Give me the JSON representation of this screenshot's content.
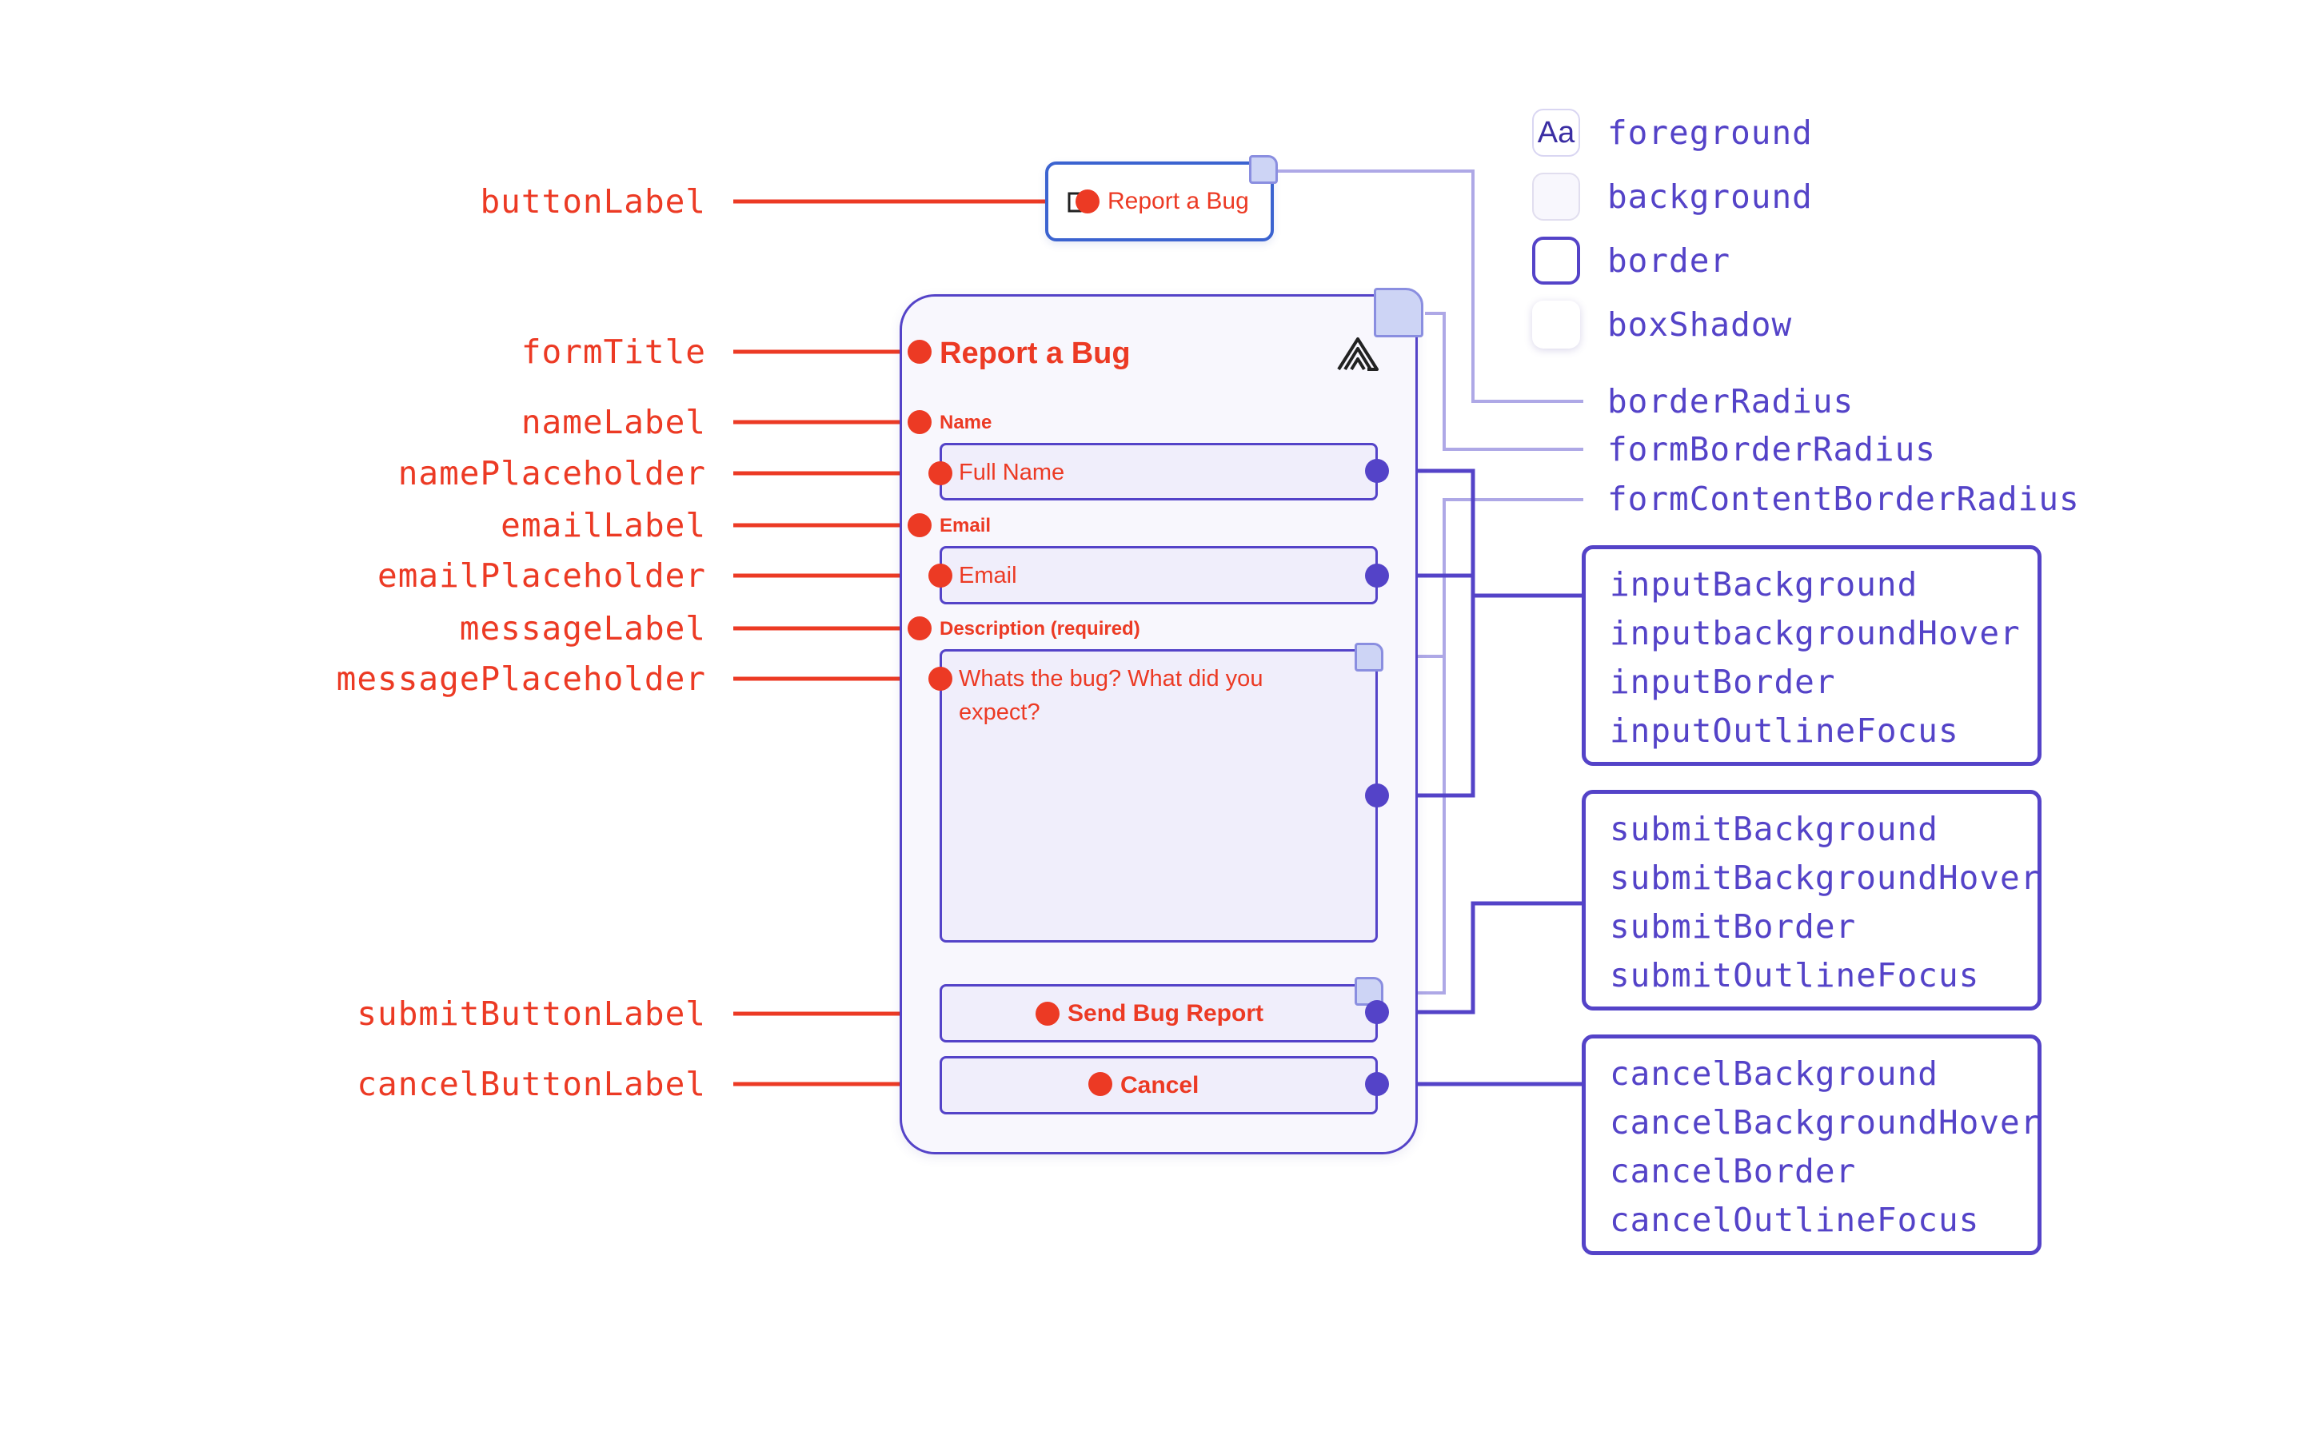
{
  "colors": {
    "red": "#ec3a24",
    "purple": "#5443c8",
    "light_purple": "#aea8e6",
    "blue_border": "#3b63d0"
  },
  "left_labels": {
    "buttonLabel": "buttonLabel",
    "formTitle": "formTitle",
    "nameLabel": "nameLabel",
    "namePlaceholder": "namePlaceholder",
    "emailLabel": "emailLabel",
    "emailPlaceholder": "emailPlaceholder",
    "messageLabel": "messageLabel",
    "messagePlaceholder": "messagePlaceholder",
    "submitButtonLabel": "submitButtonLabel",
    "cancelButtonLabel": "cancelButtonLabel"
  },
  "widget": {
    "button_text": "Report a Bug",
    "form_title": "Report a Bug",
    "logo_icon": "sentry-logo-icon",
    "name_label": "Name",
    "name_placeholder": "Full Name",
    "email_label": "Email",
    "email_placeholder": "Email",
    "message_label": "Description (required)",
    "message_placeholder": "Whats the bug? What did you expect?",
    "submit_text": "Send Bug Report",
    "cancel_text": "Cancel"
  },
  "legend": {
    "swatch_text": "Aa",
    "foreground": "foreground",
    "background": "background",
    "border": "border",
    "boxShadow": "boxShadow",
    "borderRadius": "borderRadius",
    "formBorderRadius": "formBorderRadius",
    "formContentBorderRadius": "formContentBorderRadius"
  },
  "input_group": [
    "inputBackground",
    "inputbackgroundHover",
    "inputBorder",
    "inputOutlineFocus"
  ],
  "submit_group": [
    "submitBackground",
    "submitBackgroundHover",
    "submitBorder",
    "submitOutlineFocus"
  ],
  "cancel_group": [
    "cancelBackground",
    "cancelBackgroundHover",
    "cancelBorder",
    "cancelOutlineFocus"
  ]
}
